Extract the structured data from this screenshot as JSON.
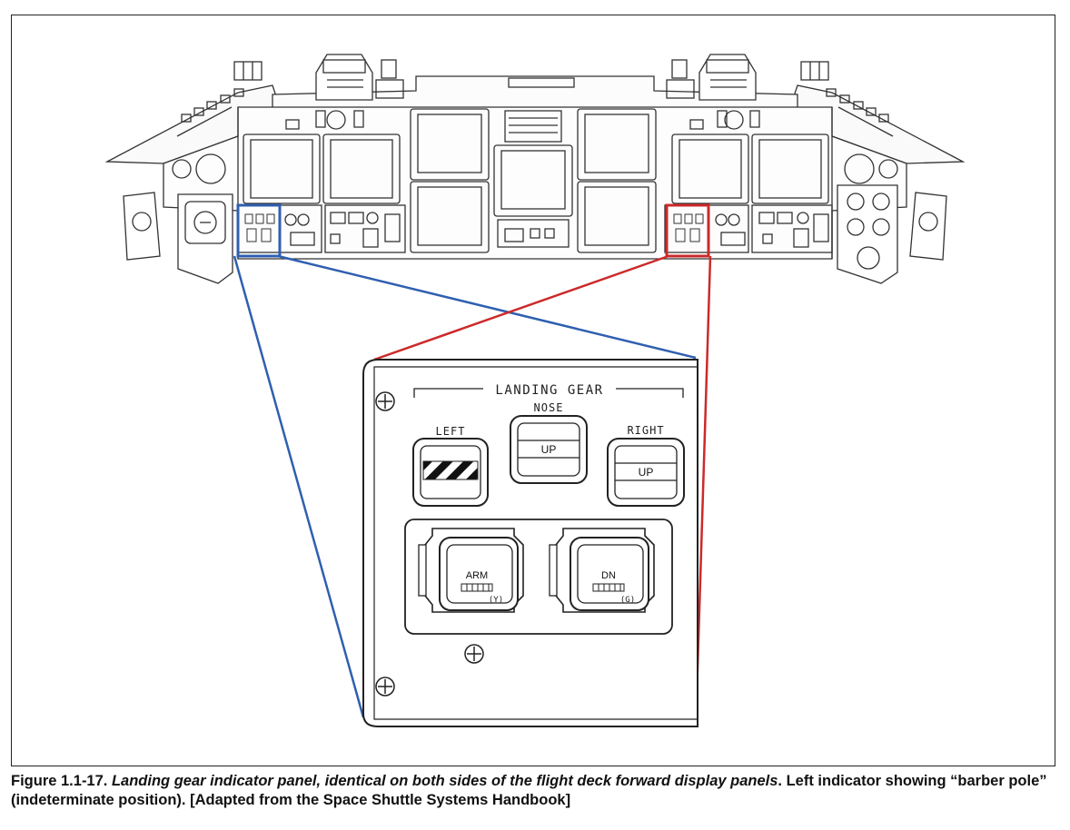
{
  "panel": {
    "title": "LANDING GEAR",
    "indicators": {
      "left": {
        "label": "LEFT",
        "state": "barber-pole"
      },
      "nose": {
        "label": "NOSE",
        "state": "UP"
      },
      "right": {
        "label": "RIGHT",
        "state": "UP"
      }
    },
    "buttons": {
      "arm": {
        "label": "ARM",
        "color_code": "(Y)"
      },
      "dn": {
        "label": "DN",
        "color_code": "(G)"
      }
    }
  },
  "callouts": {
    "left_color": "#2f5fb0",
    "right_color": "#cc2a2a"
  },
  "caption": {
    "figure_number": "Figure 1.1-17.",
    "italic_text": "Landing gear indicator panel, identical on both sides of the flight deck forward display panels",
    "rest_text": ". Left indicator showing “barber pole” (indeterminate position). [Adapted from the Space Shuttle Systems Handbook]"
  }
}
